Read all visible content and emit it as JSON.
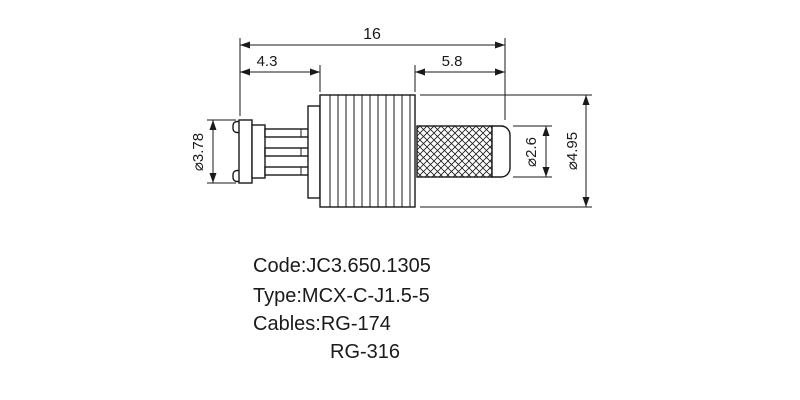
{
  "colors": {
    "ink": "#1a1a1a",
    "background": "#ffffff"
  },
  "dimensions": {
    "overall_length": "16",
    "left_length": "4.3",
    "right_length": "5.8",
    "dia_front": "⌀3.78",
    "dia_cable": "⌀2.6",
    "dia_body": "⌀4.95"
  },
  "info": {
    "code": "Code:JC3.650.1305",
    "type": "Type:MCX-C-J1.5-5",
    "cables": "Cables:RG-174",
    "cables_2": "RG-316"
  }
}
